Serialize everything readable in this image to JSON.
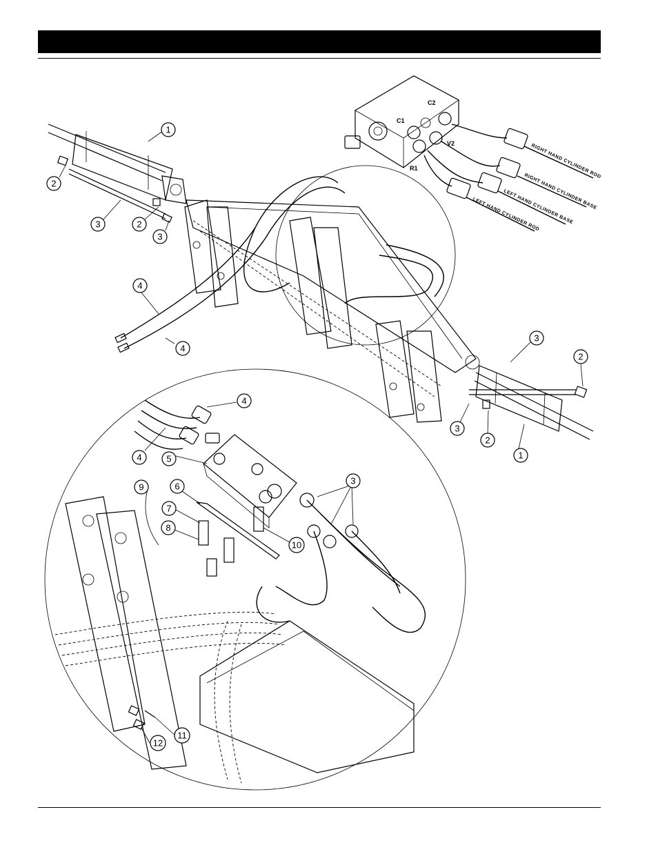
{
  "callouts": {
    "c1": "1",
    "c2": "2",
    "c3": "3",
    "c4": "4",
    "c5": "5",
    "c6": "6",
    "c7": "7",
    "c8": "8",
    "c9": "9",
    "c10": "10",
    "c11": "11",
    "c12": "12"
  },
  "valve_ports": {
    "c1": "C1",
    "c2": "C2",
    "v2": "V2",
    "r1": "R1"
  },
  "hose_labels": {
    "right_rod": "RIGHT HAND CYLINDER ROD",
    "right_base": "RIGHT HAND CYLINDER BASE",
    "left_base": "LEFT HAND CYLINDER BASE",
    "left_rod": "LEFT HAND CYLINDER ROD"
  }
}
